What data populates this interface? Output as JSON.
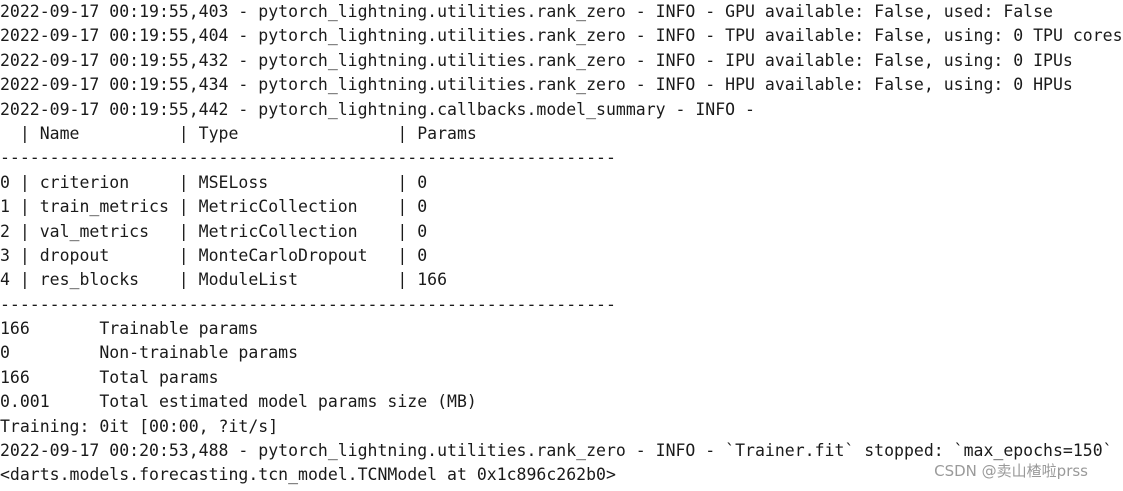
{
  "console": {
    "lines": [
      "2022-09-17 00:19:55,403 - pytorch_lightning.utilities.rank_zero - INFO - GPU available: False, used: False",
      "2022-09-17 00:19:55,404 - pytorch_lightning.utilities.rank_zero - INFO - TPU available: False, using: 0 TPU cores",
      "2022-09-17 00:19:55,432 - pytorch_lightning.utilities.rank_zero - INFO - IPU available: False, using: 0 IPUs",
      "2022-09-17 00:19:55,434 - pytorch_lightning.utilities.rank_zero - INFO - HPU available: False, using: 0 HPUs",
      "2022-09-17 00:19:55,442 - pytorch_lightning.callbacks.model_summary - INFO -",
      "  | Name          | Type                | Params",
      "--------------------------------------------------------------",
      "0 | criterion     | MSELoss             | 0",
      "1 | train_metrics | MetricCollection    | 0",
      "2 | val_metrics   | MetricCollection    | 0",
      "3 | dropout       | MonteCarloDropout   | 0",
      "4 | res_blocks    | ModuleList          | 166",
      "--------------------------------------------------------------",
      "166       Trainable params",
      "0         Non-trainable params",
      "166       Total params",
      "0.001     Total estimated model params size (MB)",
      "Training: 0it [00:00, ?it/s]",
      "2022-09-17 00:20:53,488 - pytorch_lightning.utilities.rank_zero - INFO - `Trainer.fit` stopped: `max_epochs=150`",
      "<darts.models.forecasting.tcn_model.TCNModel at 0x1c896c262b0>"
    ]
  },
  "watermark": {
    "text": "CSDN @卖山楂啦prss"
  }
}
